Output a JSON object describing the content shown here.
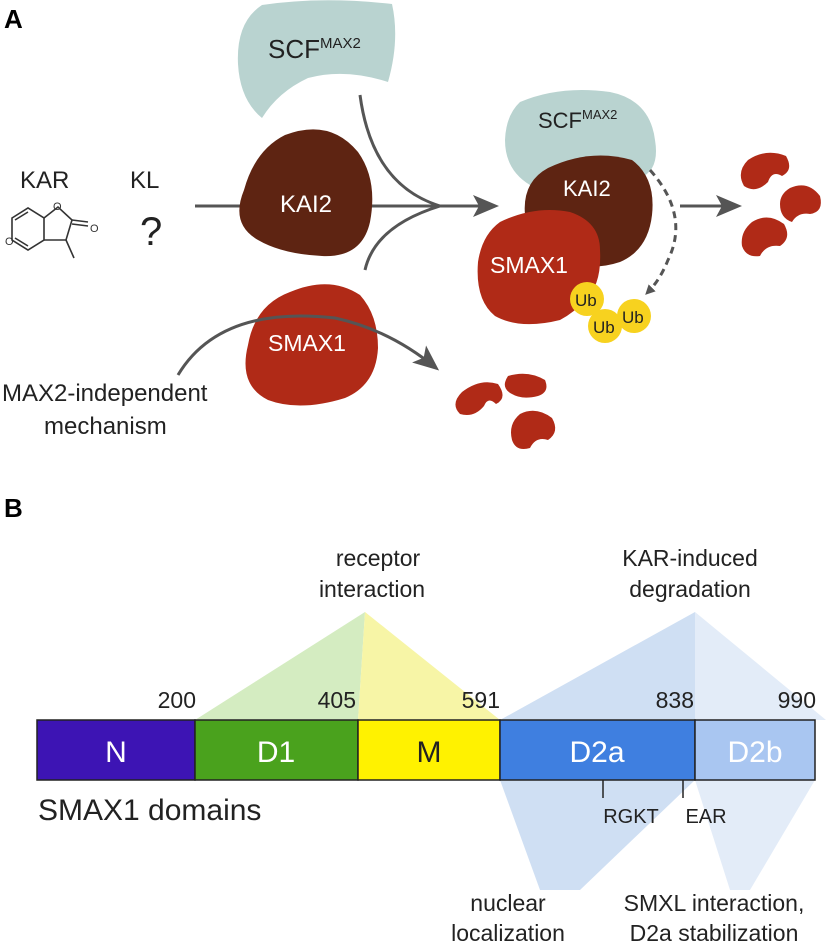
{
  "panel_a": {
    "label": "A",
    "scf_prefix": "SCF",
    "scf_superscript": "MAX2",
    "kar_label": "KAR",
    "kl_label": "KL",
    "kl_symbol": "?",
    "kai2_label": "KAI2",
    "smax1_label": "SMAX1",
    "ub_label": "Ub",
    "max2_independent_line1": "MAX2-independent",
    "max2_independent_line2": "mechanism",
    "colors": {
      "scf": "#b9d3d0",
      "kai2": "#5e2412",
      "smax1": "#b02a17",
      "ub": "#f7d21f",
      "arrow": "#555555"
    }
  },
  "panel_b": {
    "label": "B",
    "title": "SMAX1 domains",
    "domains": [
      {
        "name": "N",
        "color": "#3d14b4",
        "text_color": "#ffffff"
      },
      {
        "name": "D1",
        "color": "#4aa21d",
        "text_color": "#ffffff"
      },
      {
        "name": "M",
        "color": "#fff200",
        "text_color": "#222222"
      },
      {
        "name": "D2a",
        "color": "#3f7fe0",
        "text_color": "#ffffff"
      },
      {
        "name": "D2b",
        "color": "#a9c6f1",
        "text_color": "#ffffff"
      }
    ],
    "boundaries": [
      "200",
      "405",
      "591",
      "838",
      "990"
    ],
    "motifs": [
      "RGKT",
      "EAR"
    ],
    "annotations": {
      "receptor_line1": "receptor",
      "receptor_line2": "interaction",
      "kar_line1": "KAR-induced",
      "kar_line2": "degradation",
      "nuclear_line1": "nuclear",
      "nuclear_line2": "localization",
      "smxl_line1": "SMXL interaction,",
      "smxl_line2": "D2a stabilization"
    }
  }
}
